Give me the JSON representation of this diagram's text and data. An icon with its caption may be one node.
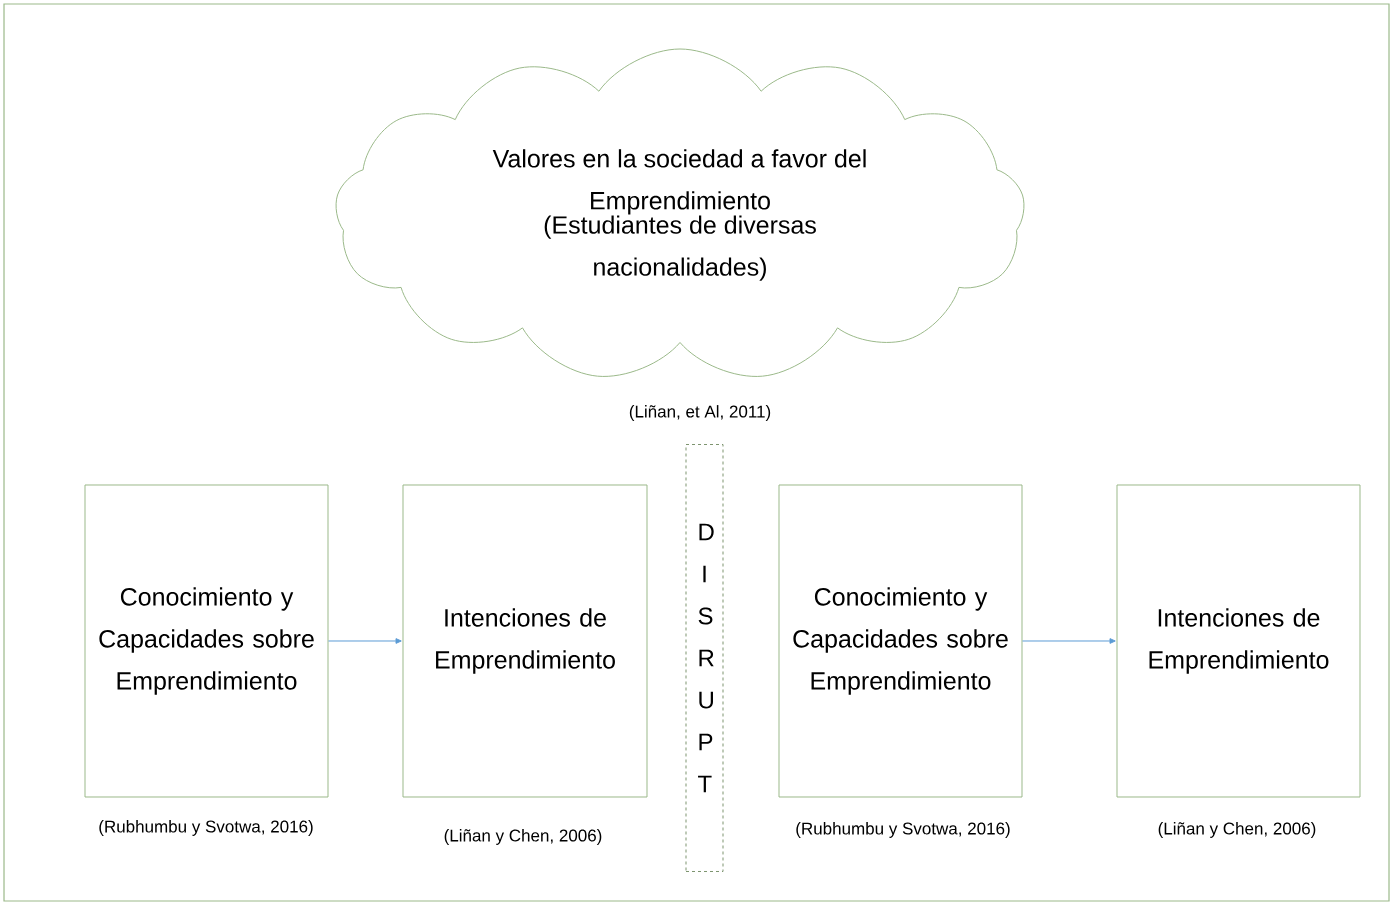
{
  "diagram": {
    "nodes": [
      {
        "text": [
          "Valores en la sociedad a favor del Emprendimiento",
          "(Estudiantes de diversas nacionalidades)"
        ],
        "beside": [
          "(Liñan, et Al, 2011)"
        ]
      },
      {
        "text": [
          "Conocimiento y Capacidades sobre Emprendimiento"
        ],
        "beside": [
          "(Rubhumbu y Svotwa, 2016)"
        ]
      },
      {
        "text": [
          "Intenciones de Emprendimiento"
        ],
        "beside": [
          "(Liñan y Chen, 2006)"
        ]
      },
      {
        "text": [
          "DISRUPT"
        ]
      },
      {
        "text": [
          "Conocimiento y Capacidades sobre Emprendimiento"
        ],
        "beside": [
          "(Rubhumbu y Svotwa, 2016)"
        ]
      },
      {
        "text": [
          "Intenciones de Emprendimiento"
        ],
        "beside": [
          "(Liñan y Chen, 2006)"
        ]
      }
    ],
    "edges": [
      {
        "from": 1,
        "to": 2,
        "arrow": "to"
      },
      {
        "from": 4,
        "to": 5,
        "arrow": "to"
      }
    ]
  }
}
